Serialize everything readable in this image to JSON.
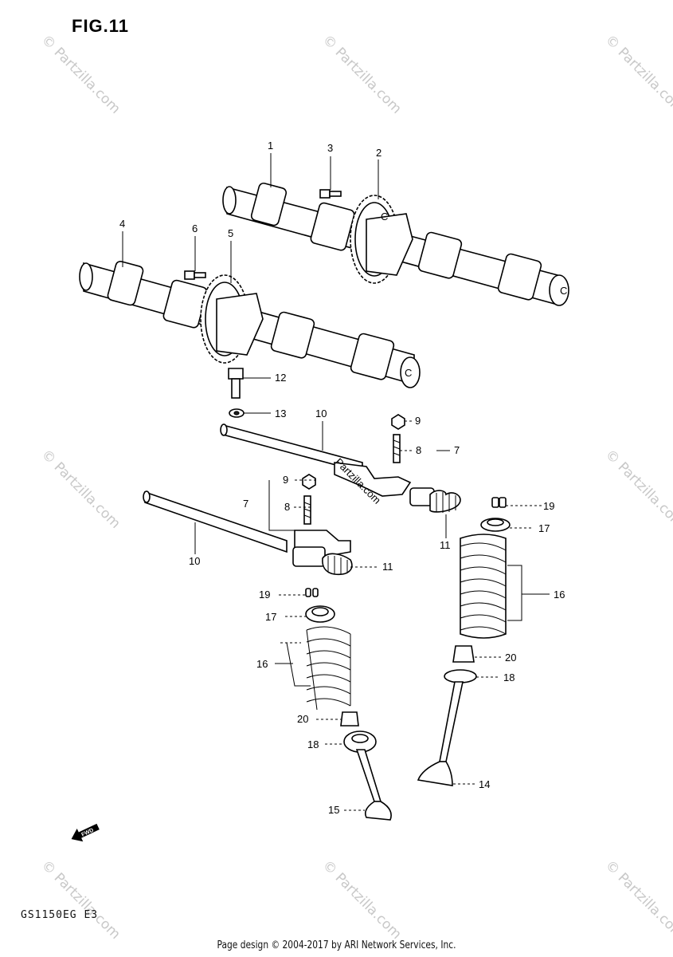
{
  "figure": {
    "title": "FIG.11"
  },
  "model_code": "GS1150EG E3",
  "footer": "Page design © 2004-2017 by ARI Network Services, Inc.",
  "watermark": {
    "text": "© Partzilla.com",
    "center_text": "Partzilla.com"
  },
  "fwd_marker": {
    "label": "FWD"
  },
  "callouts": {
    "c1": "1",
    "c2": "2",
    "c3": "3",
    "c4": "4",
    "c5": "5",
    "c6": "6",
    "c7a": "7",
    "c7b": "7",
    "c8a": "8",
    "c8b": "8",
    "c9a": "9",
    "c9b": "9",
    "c10a": "10",
    "c10b": "10",
    "c11a": "11",
    "c11b": "11",
    "c12": "12",
    "c13": "13",
    "c14": "14",
    "c15": "15",
    "c16a": "16",
    "c16b": "16",
    "c17a": "17",
    "c17b": "17",
    "c18a": "18",
    "c18b": "18",
    "c19a": "19",
    "c19b": "19",
    "c20a": "20",
    "c20b": "20"
  }
}
